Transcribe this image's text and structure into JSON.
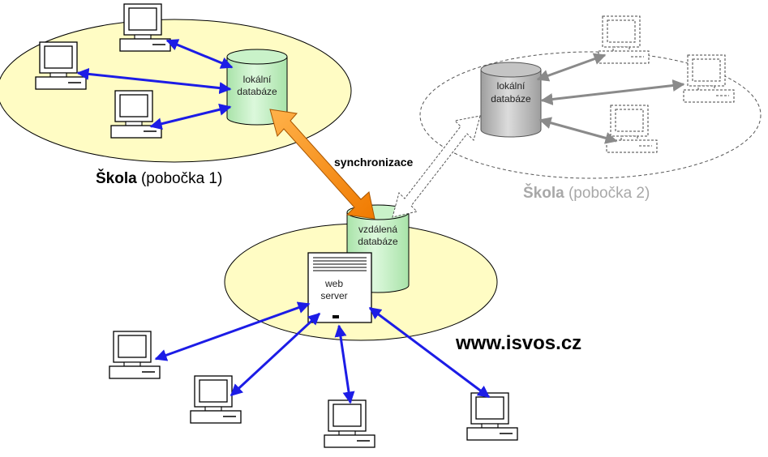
{
  "diagram": {
    "branch1": {
      "db_label_line1": "lokální",
      "db_label_line2": "databáze",
      "school_bold": "Škola",
      "school_rest": " (pobočka 1)"
    },
    "branch2": {
      "db_label_line1": "lokální",
      "db_label_line2": "databáze",
      "school_bold": "Škola",
      "school_rest": " (pobočka 2)"
    },
    "sync_label": "synchronizace",
    "remote_db_line1": "vzdálená",
    "remote_db_line2": "databáze",
    "server_line1": "web",
    "server_line2": "server",
    "site_label": "www.isvos.cz"
  },
  "colors": {
    "zone_fill": "#fffcc4",
    "db_green": "#c9f2c9",
    "db_gray": "#bdbdbd",
    "link_blue": "#1c1ce6",
    "sync_orange": "#ff8c0a",
    "faint_gray": "#a8a8a8"
  },
  "icons": [
    "computer-icon",
    "server-icon",
    "database-icon"
  ]
}
